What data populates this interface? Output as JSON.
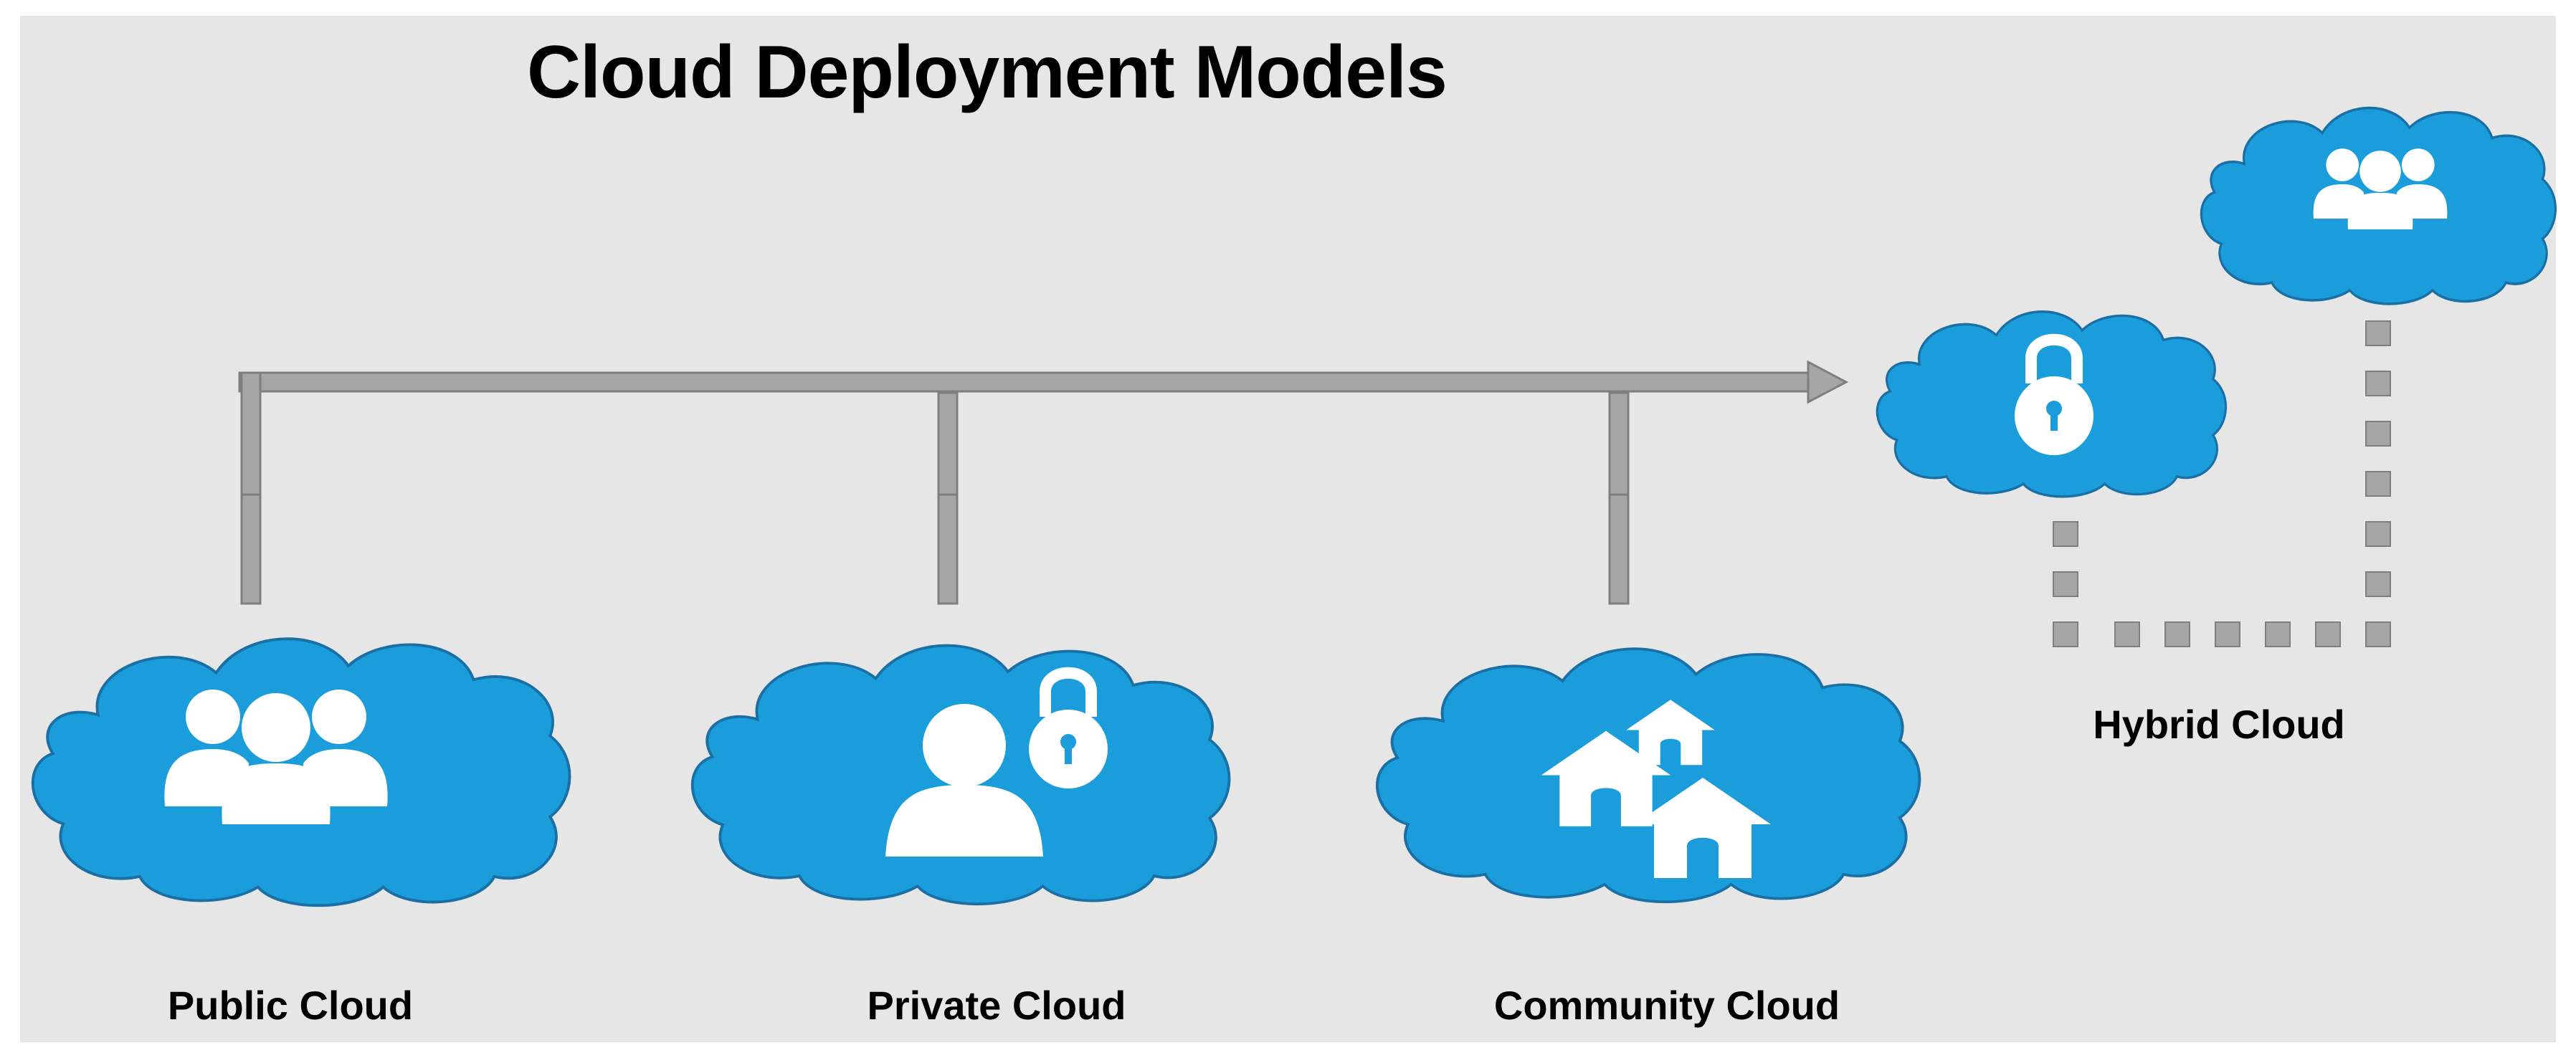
{
  "title": "Cloud Deployment Models",
  "models": [
    {
      "label": "Public Cloud",
      "icon": "users-group-icon"
    },
    {
      "label": "Private Cloud",
      "icon": "user-with-lock-icon"
    },
    {
      "label": "Community Cloud",
      "icon": "houses-icon"
    },
    {
      "label": "Hybrid Cloud",
      "icon": "lock-icon + users-group-icon"
    }
  ],
  "colors": {
    "background": "#e6e6e6",
    "cloud_fill": "#1b9ddb",
    "cloud_stroke": "#1a6fa4",
    "connector": "#a6a6a6",
    "connector_stroke": "#7f7f7f",
    "icon": "#ffffff"
  }
}
